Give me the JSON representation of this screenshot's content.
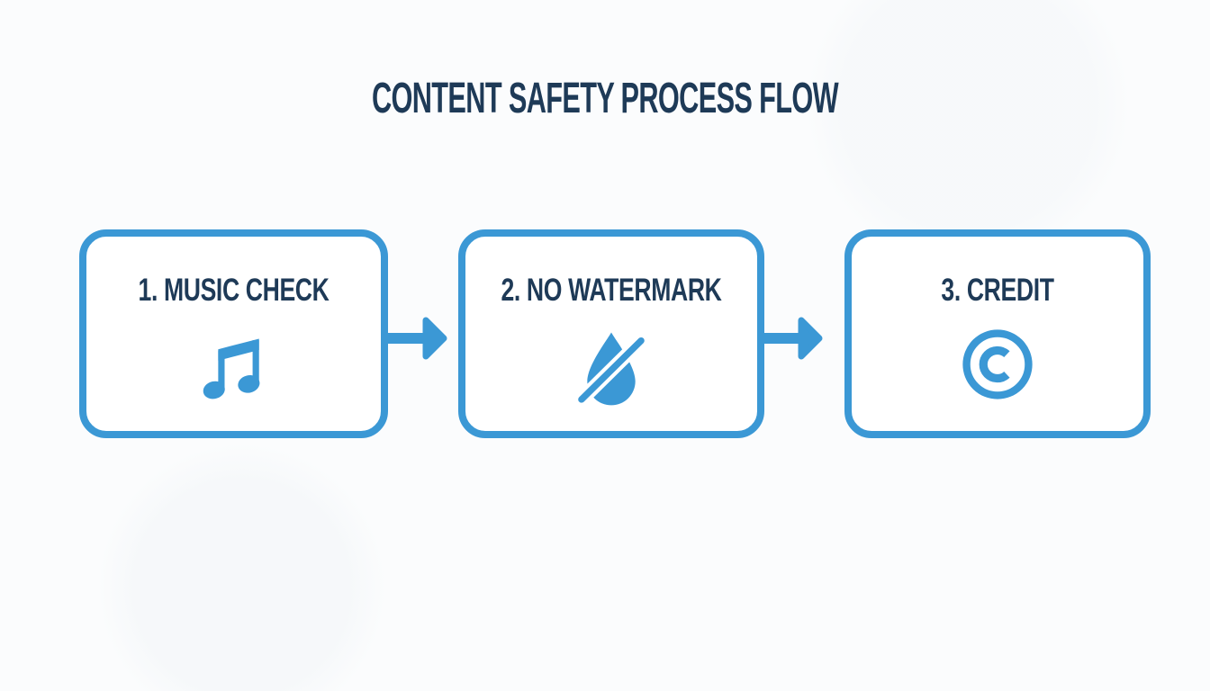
{
  "title": "CONTENT SAFETY PROCESS FLOW",
  "colors": {
    "accent_blue": "#3b98d5",
    "heading_navy": "#1e3a57",
    "background": "#fbfcfd",
    "box_fill": "#ffffff"
  },
  "steps": [
    {
      "label": "1. MUSIC CHECK",
      "icon": "music-note-icon"
    },
    {
      "label": "2. NO WATERMARK",
      "icon": "no-watermark-icon"
    },
    {
      "label": "3. CREDIT",
      "icon": "copyright-icon"
    }
  ],
  "connectors": [
    {
      "type": "arrow-right-icon"
    },
    {
      "type": "arrow-right-icon"
    }
  ]
}
